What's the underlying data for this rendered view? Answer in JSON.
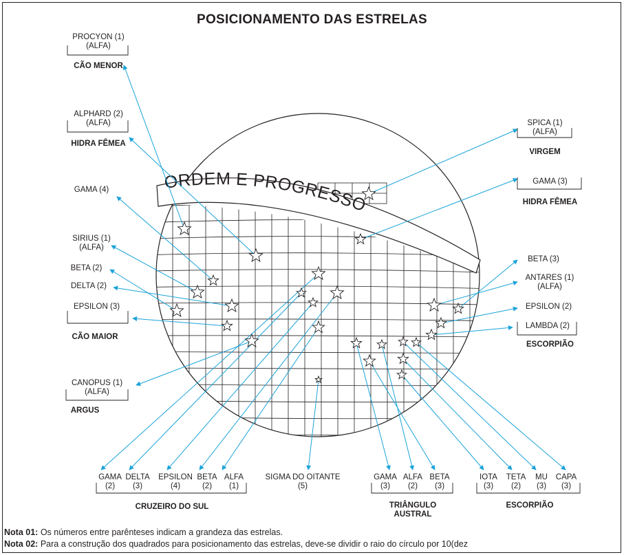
{
  "title": "POSICIONAMENTO DAS ESTRELAS",
  "band_text": "ORDEM E PROGRESSO",
  "colors": {
    "leader": "#1aa3d9",
    "ink": "#231f20"
  },
  "left_labels": {
    "procyon": {
      "name": "PROCYON (1)",
      "sub": "(ALFA)",
      "constellation": "CÃO MENOR"
    },
    "alphard": {
      "name": "ALPHARD (2)",
      "sub": "(ALFA)",
      "constellation": "HIDRA FÊMEA"
    },
    "gama4": {
      "name": "GAMA (4)"
    },
    "sirius": {
      "name": "SIRIUS (1)",
      "sub": "(ALFA)"
    },
    "beta2": {
      "name": "BETA (2)"
    },
    "delta2": {
      "name": "DELTA (2)"
    },
    "epsilon3": {
      "name": "EPSILON (3)",
      "constellation": "CÃO MAIOR"
    },
    "canopus": {
      "name": "CANOPUS (1)",
      "sub": "(ALFA)",
      "constellation": "ARGUS"
    }
  },
  "right_labels": {
    "spica": {
      "name": "SPICA (1)",
      "sub": "(ALFA)",
      "constellation": "VIRGEM"
    },
    "gama3": {
      "name": "GAMA (3)",
      "constellation": "HIDRA FÊMEA"
    },
    "beta3": {
      "name": "BETA (3)"
    },
    "antares": {
      "name": "ANTARES (1)",
      "sub": "(ALFA)"
    },
    "epsilon2": {
      "name": "EPSILON (2)"
    },
    "lambda": {
      "name": "LAMBDA (2)",
      "constellation": "ESCORPIÃO"
    }
  },
  "bottom_groups": {
    "cruzeiro": {
      "title": "CRUZEIRO DO SUL",
      "items": [
        {
          "name": "GAMA",
          "mag": "(2)"
        },
        {
          "name": "DELTA",
          "mag": "(3)"
        },
        {
          "name": "EPSILON",
          "mag": "(4)"
        },
        {
          "name": "BETA",
          "mag": "(2)"
        },
        {
          "name": "ALFA",
          "mag": "(1)"
        }
      ]
    },
    "sigma": {
      "name": "SIGMA DO OITANTE",
      "mag": "(5)"
    },
    "triangulo": {
      "title1": "TRIÂNGULO",
      "title2": "AUSTRAL",
      "items": [
        {
          "name": "GAMA",
          "mag": "(3)"
        },
        {
          "name": "ALFA",
          "mag": "(2)"
        },
        {
          "name": "BETA",
          "mag": "(3)"
        }
      ]
    },
    "escorpiao": {
      "title": "ESCORPIÃO",
      "items": [
        {
          "name": "IOTA",
          "mag": "(3)"
        },
        {
          "name": "TETA",
          "mag": "(2)"
        },
        {
          "name": "MU",
          "mag": "(3)"
        },
        {
          "name": "CAPA",
          "mag": "(3)"
        }
      ]
    }
  },
  "notes": {
    "n1_label": "Nota 01:",
    "n1_text": "Os números entre parênteses indicam a grandeza das estrelas.",
    "n2_label": "Nota 02:",
    "n2_text": "Para a construção dos quadrados para posicionamento das estrelas, deve-se dividir o raio do círculo por 10(dez"
  }
}
